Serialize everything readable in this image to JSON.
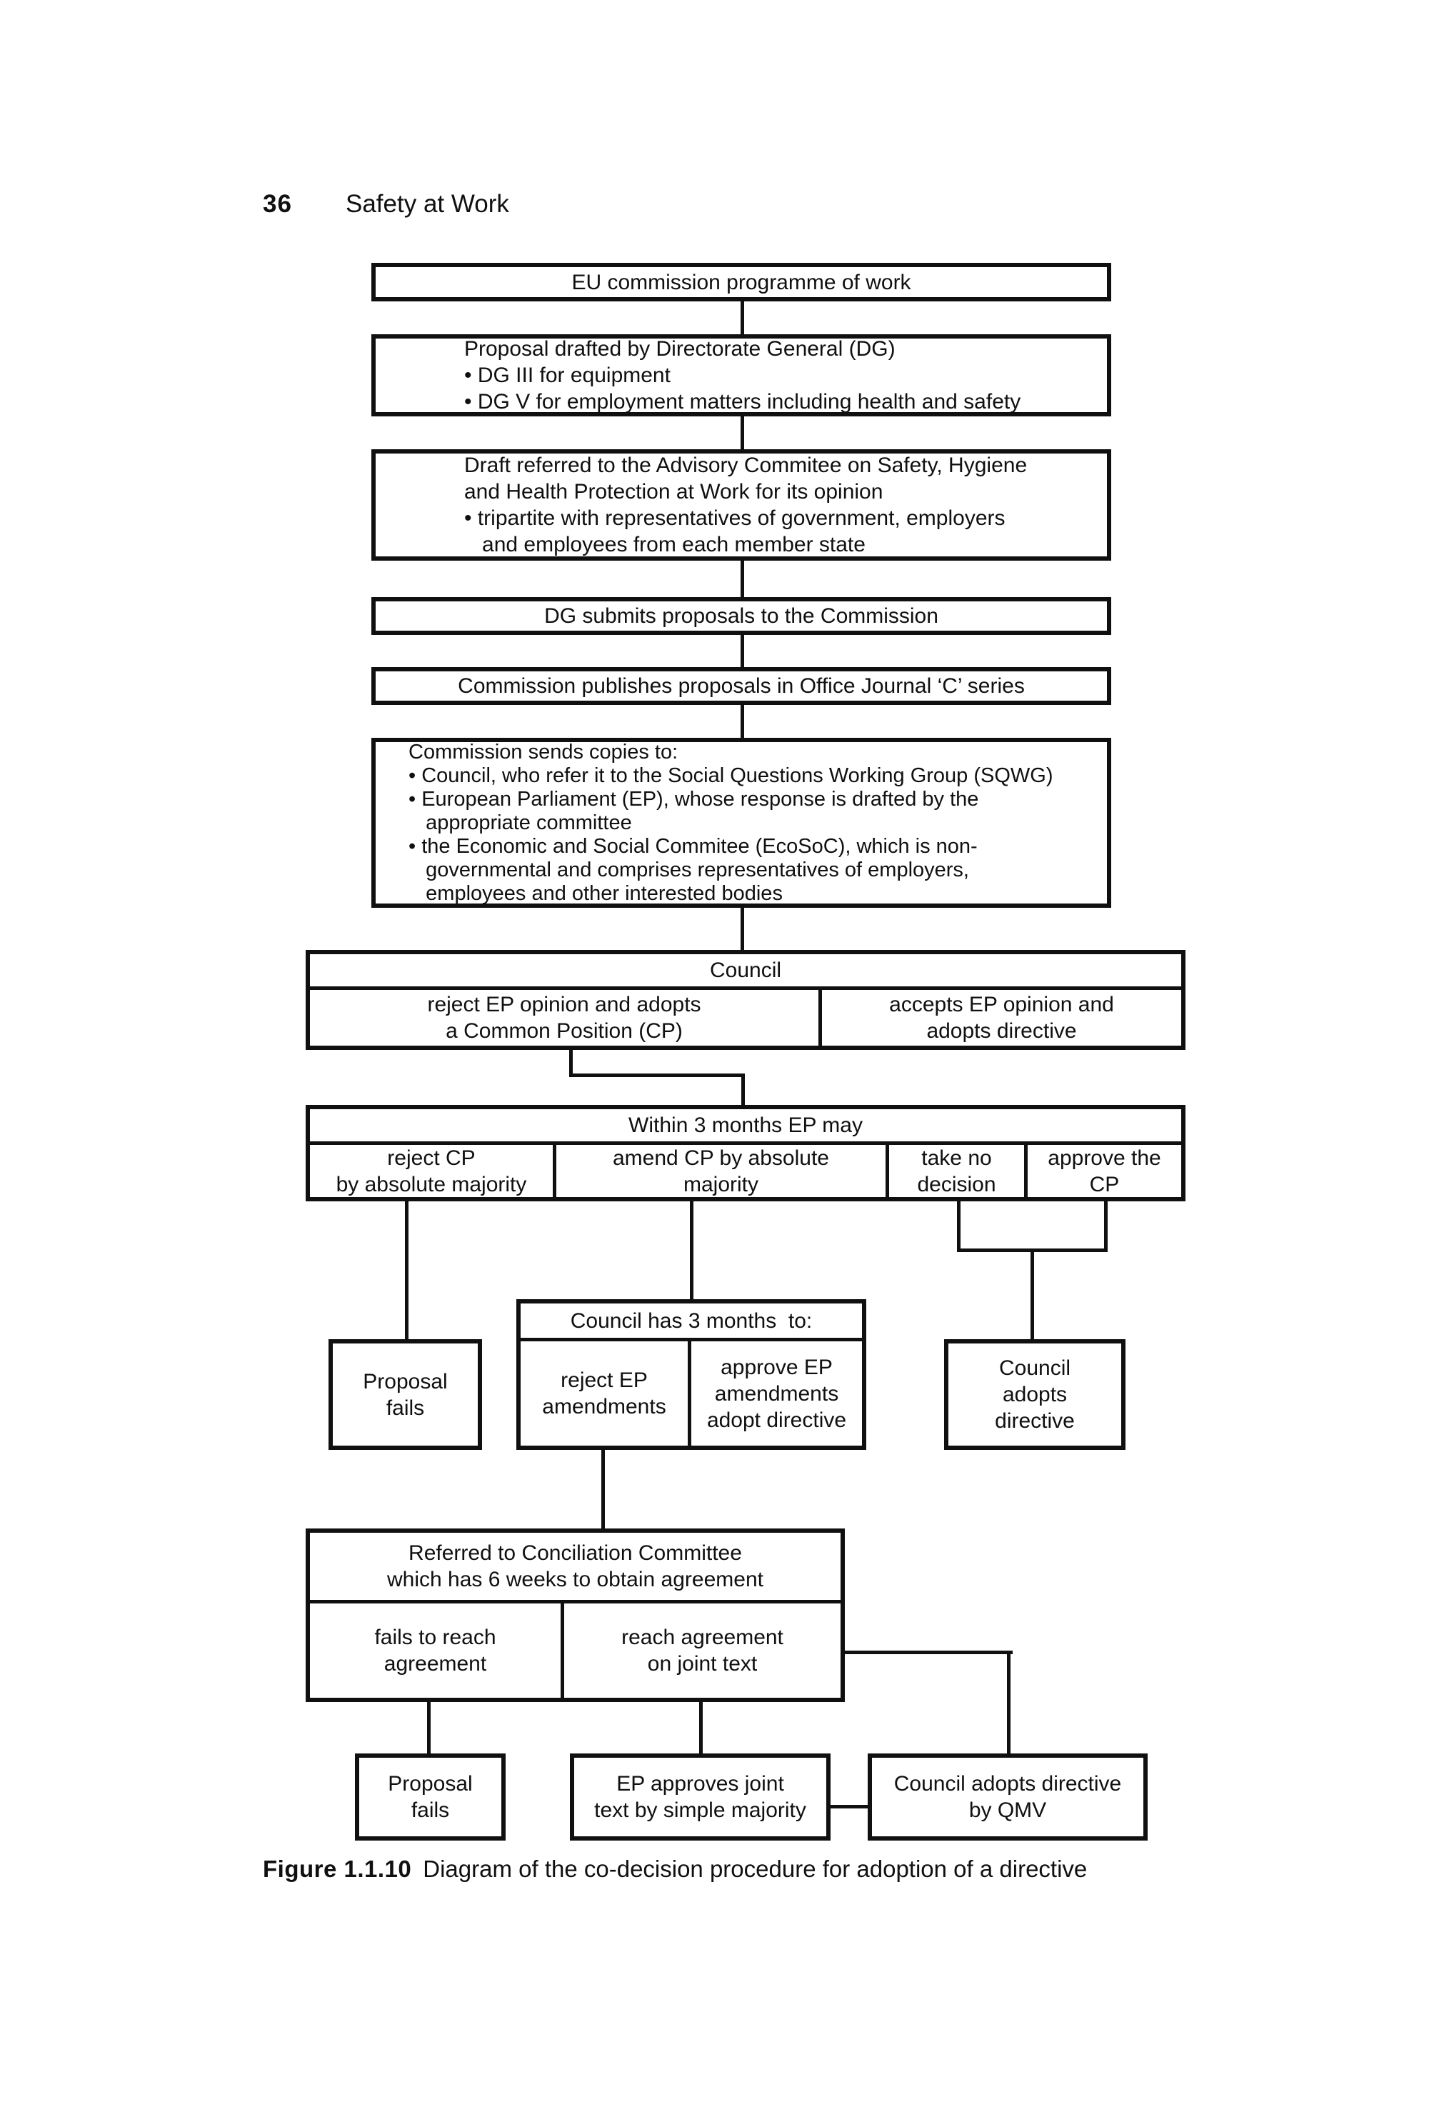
{
  "page_header": {
    "number": "36",
    "title": "Safety at Work"
  },
  "flow": {
    "eu_programme": "EU commission programme of work",
    "proposal_drafted": [
      "Proposal drafted by Directorate General (DG)",
      "• DG III for equipment",
      "• DG V for employment matters including health and safety"
    ],
    "draft_referred": [
      "Draft referred to the Advisory Commitee on Safety, Hygiene",
      "and Health Protection at Work for its opinion",
      "• tripartite with representatives of government, employers",
      "   and employees from each member state"
    ],
    "dg_submits": "DG submits proposals to the Commission",
    "commission_publishes": "Commission publishes proposals in Office Journal ‘C’ series",
    "commission_sends": [
      "Commission sends copies to:",
      "• Council, who refer it to the Social Questions Working Group (SQWG)",
      "• European Parliament (EP), whose response is drafted by the",
      "   appropriate committee",
      "• the Economic and Social Commitee (EcoSoC), which is non-",
      "   governmental and comprises representatives of employers,",
      "   employees and other interested bodies"
    ],
    "council": {
      "header": "Council",
      "reject_cell": "reject EP opinion and adopts\na Common Position (CP)",
      "accept_cell": "accepts EP opinion and\nadopts directive"
    },
    "ep_within_3_months": {
      "header": "Within 3 months EP may",
      "reject_cp": "reject CP\nby absolute majority",
      "amend_cp": "amend CP by absolute\nmajority",
      "take_no_decision": "take no\ndecision",
      "approve_cp": "approve the\nCP"
    },
    "council_3_months": {
      "header": "Council has 3 months  to:",
      "reject_amendments": "reject EP\namendments",
      "approve_amendments": "approve EP\namendments\nadopt directive"
    },
    "proposal_fails_upper": "Proposal\nfails",
    "council_adopts_directive": "Council\nadopts\ndirective",
    "conciliation": {
      "header": "Referred to Conciliation Committee\nwhich has 6 weeks to obtain agreement",
      "fails_cell": "fails to reach\nagreement",
      "reach_cell": "reach agreement\non joint text"
    },
    "proposal_fails_lower": "Proposal\nfails",
    "ep_approves": "EP approves joint\ntext by simple majority",
    "council_qmv": "Council adopts directive\nby QMV"
  },
  "caption": {
    "label": "Figure 1.1.10",
    "text": "Diagram of the co-decision procedure for adoption of a directive"
  },
  "colors": {
    "ink": "#101010",
    "paper": "#ffffff"
  }
}
